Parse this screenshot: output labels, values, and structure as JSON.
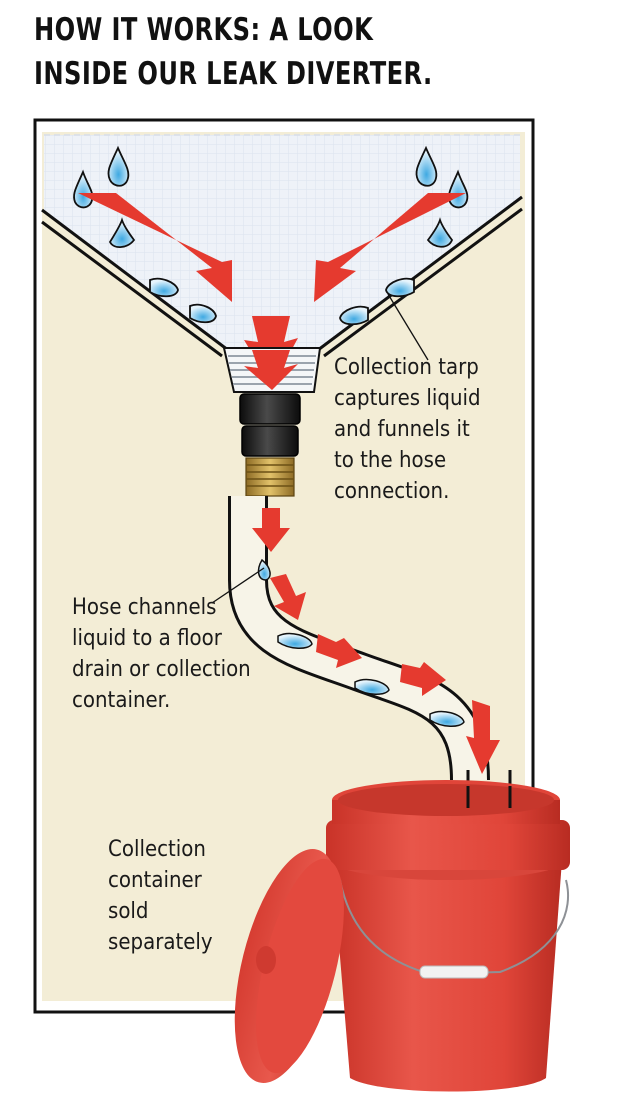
{
  "title": {
    "lines": [
      "HOW IT WORKS: A LOOK",
      "INSIDE OUR LEAK DIVERTER."
    ]
  },
  "callouts": {
    "tarp": {
      "lines": [
        "Collection tarp",
        "captures liquid",
        "and funnels it",
        "to the hose",
        "connection."
      ]
    },
    "hose": {
      "lines": [
        "Hose channels",
        "liquid to a floor",
        "drain or collection",
        "container."
      ]
    },
    "container": {
      "lines": [
        "Collection",
        "container",
        "sold",
        "separately"
      ]
    }
  },
  "colors": {
    "background": "#f3edd6",
    "tarp_panel": "#e8eef6",
    "arrow_red": "#e53a2f",
    "bucket_red": "#e0453a",
    "water_blue": "#7fc6ec",
    "fitting_brass": "#c9a34a",
    "fitting_black": "#1d1d1d",
    "frame": "#111111"
  }
}
